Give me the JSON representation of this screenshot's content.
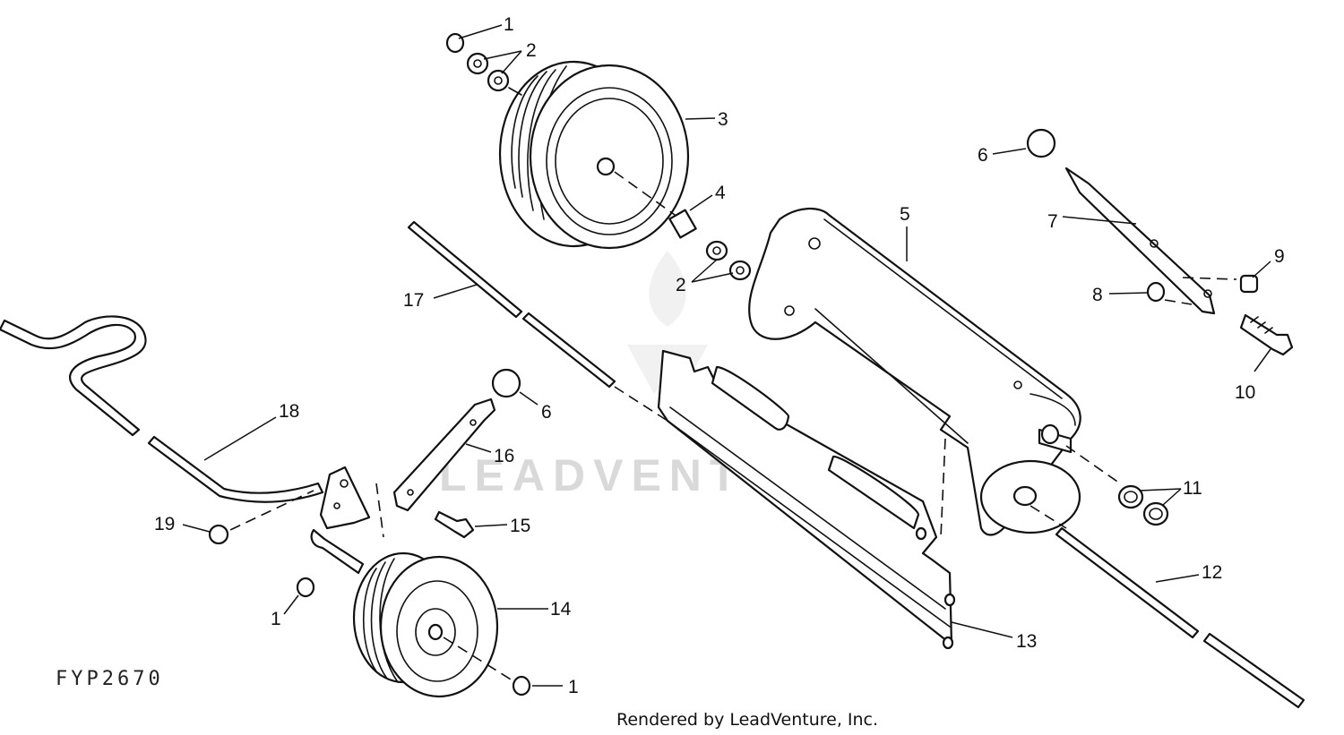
{
  "callouts": [
    {
      "id": "c1a",
      "text": "1"
    },
    {
      "id": "c2a",
      "text": "2"
    },
    {
      "id": "c3",
      "text": "3"
    },
    {
      "id": "c4",
      "text": "4"
    },
    {
      "id": "c2b",
      "text": "2"
    },
    {
      "id": "c5",
      "text": "5"
    },
    {
      "id": "c6a",
      "text": "6"
    },
    {
      "id": "c7",
      "text": "7"
    },
    {
      "id": "c8",
      "text": "8"
    },
    {
      "id": "c9",
      "text": "9"
    },
    {
      "id": "c10",
      "text": "10"
    },
    {
      "id": "c17",
      "text": "17"
    },
    {
      "id": "c18",
      "text": "18"
    },
    {
      "id": "c6b",
      "text": "6"
    },
    {
      "id": "c16",
      "text": "16"
    },
    {
      "id": "c11",
      "text": "11"
    },
    {
      "id": "c15",
      "text": "15"
    },
    {
      "id": "c19",
      "text": "19"
    },
    {
      "id": "c12",
      "text": "12"
    },
    {
      "id": "c14",
      "text": "14"
    },
    {
      "id": "c1b",
      "text": "1"
    },
    {
      "id": "c13",
      "text": "13"
    },
    {
      "id": "c1c",
      "text": "1"
    }
  ],
  "figure_code": "FYP2670",
  "watermark": "LEADVENTURE",
  "credit": "Rendered by LeadVenture, Inc."
}
